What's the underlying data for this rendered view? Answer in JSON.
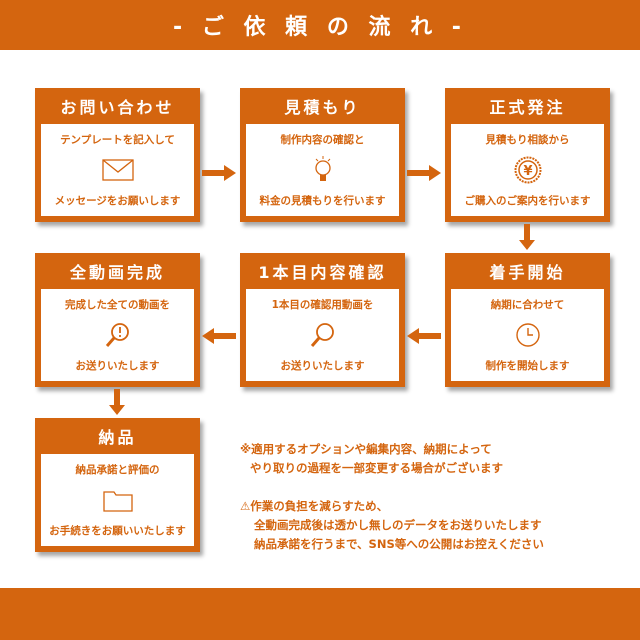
{
  "title": "- ご 依 頼 の 流 れ -",
  "steps": [
    {
      "title": "お問い合わせ",
      "line1": "テンプレートを記入して",
      "line2": "メッセージをお願いします",
      "icon": "envelope-icon"
    },
    {
      "title": "見積もり",
      "line1": "制作内容の確認と",
      "line2": "料金の見積もりを行います",
      "icon": "lightbulb-icon"
    },
    {
      "title": "正式発注",
      "line1": "見積もり相談から",
      "line2": "ご購入のご案内を行います",
      "icon": "yen-coin-icon"
    },
    {
      "title": "着手開始",
      "line1": "納期に合わせて",
      "line2": "制作を開始します",
      "icon": "clock-icon"
    },
    {
      "title": "1本目内容確認",
      "line1": "1本目の確認用動画を",
      "line2": "お送りいたします",
      "icon": "search-icon"
    },
    {
      "title": "全動画完成",
      "line1": "完成した全ての動画を",
      "line2": "お送りいたします",
      "icon": "search-exclamation-icon"
    },
    {
      "title": "納品",
      "line1": "納品承諾と評価の",
      "line2": "お手続きをお願いいたします",
      "icon": "folder-icon"
    }
  ],
  "notes": {
    "n1a": "※適用するオプションや編集内容、納期によって",
    "n1b": "やり取りの過程を一部変更する場合がございます",
    "n2a": "⚠作業の負担を減らすため、",
    "n2b": "全動画完成後は透かし無しのデータをお送りいたします",
    "n2c": "納品承諾を行うまで、SNS等への公開はお控えください"
  },
  "colors": {
    "accent": "#d4650f"
  }
}
